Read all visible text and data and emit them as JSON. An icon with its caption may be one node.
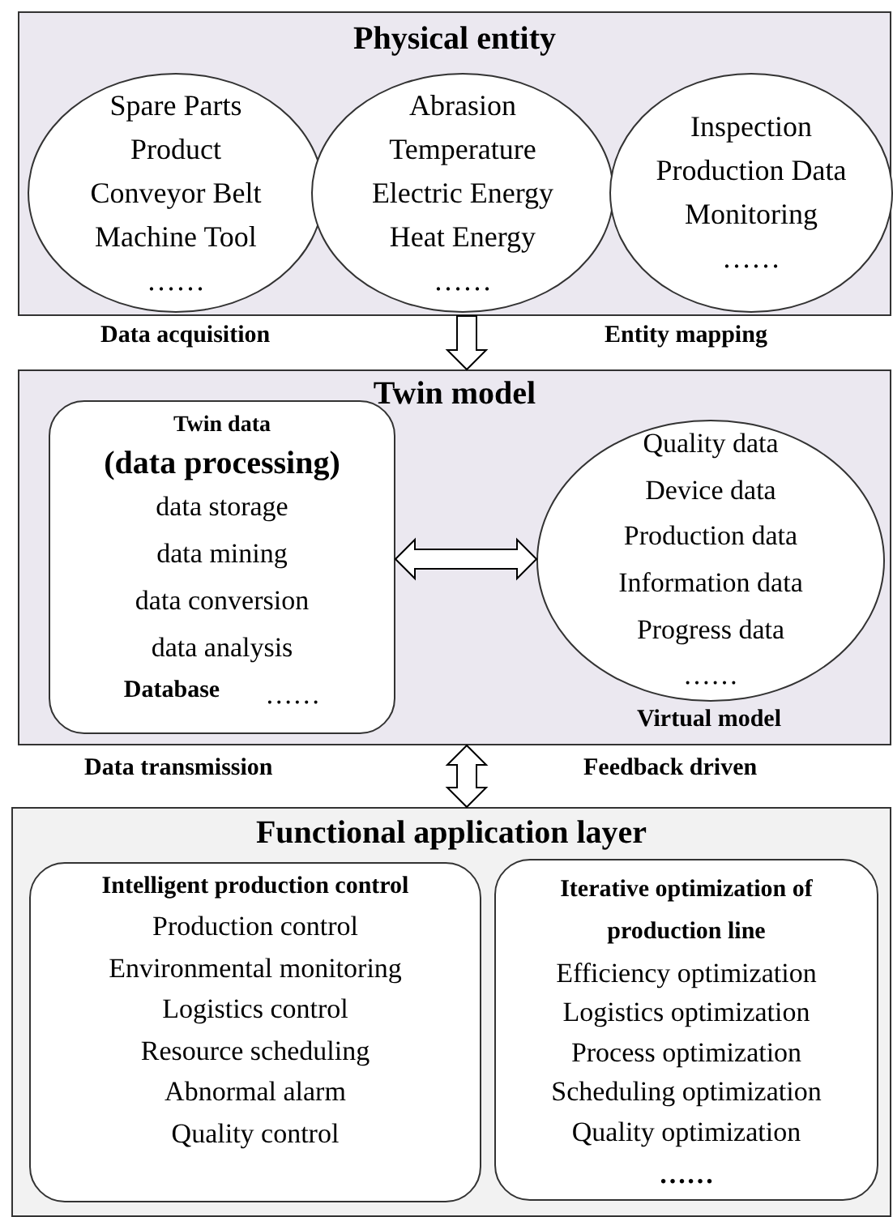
{
  "diagram": {
    "nodes": [
      {
        "text": [
          "Physical entity"
        ]
      },
      {
        "text": [
          "Spare Parts",
          "Product",
          "Conveyor Belt",
          "Machine Tool",
          "……"
        ],
        "in": 0
      },
      {
        "text": [
          "Abrasion",
          "Temperature",
          "Electric Energy",
          "Heat Energy",
          "……"
        ],
        "in": 0
      },
      {
        "text": [
          "Inspection",
          "Production Data",
          "Monitoring",
          "……"
        ],
        "in": 0
      },
      {
        "text": [
          "Twin model"
        ]
      },
      {
        "text": [
          "Twin data",
          "(data processing)",
          "data storage",
          "data mining",
          "data conversion",
          "data analysis",
          "Database",
          "……"
        ],
        "in": 4
      },
      {
        "text": [
          "Quality data",
          "Device data",
          "Production data",
          "Information data",
          "Progress data",
          "……"
        ],
        "in": 4,
        "beside": [
          "Virtual model"
        ]
      },
      {
        "text": [
          "Functional application layer"
        ]
      },
      {
        "text": [
          "Intelligent production control",
          "Production control",
          "Environmental monitoring",
          "Logistics  control",
          "Resource scheduling",
          "Abnormal alarm",
          "Quality control"
        ],
        "in": 7
      },
      {
        "text": [
          "Iterative optimization of production line",
          "Efficiency optimization",
          "Logistics optimization",
          "Process optimization",
          "Scheduling optimization",
          "Quality optimization",
          "……"
        ],
        "in": 7
      }
    ],
    "edges": [
      {
        "from": 0,
        "to": 4,
        "arrow": "to"
      },
      {
        "from": 5,
        "to": 6,
        "arrow": "both"
      },
      {
        "from": 4,
        "to": 7,
        "arrow": "both"
      }
    ],
    "labels": [
      "Data acquisition",
      "Entity mapping",
      "Data transmission",
      "Feedback driven"
    ]
  }
}
